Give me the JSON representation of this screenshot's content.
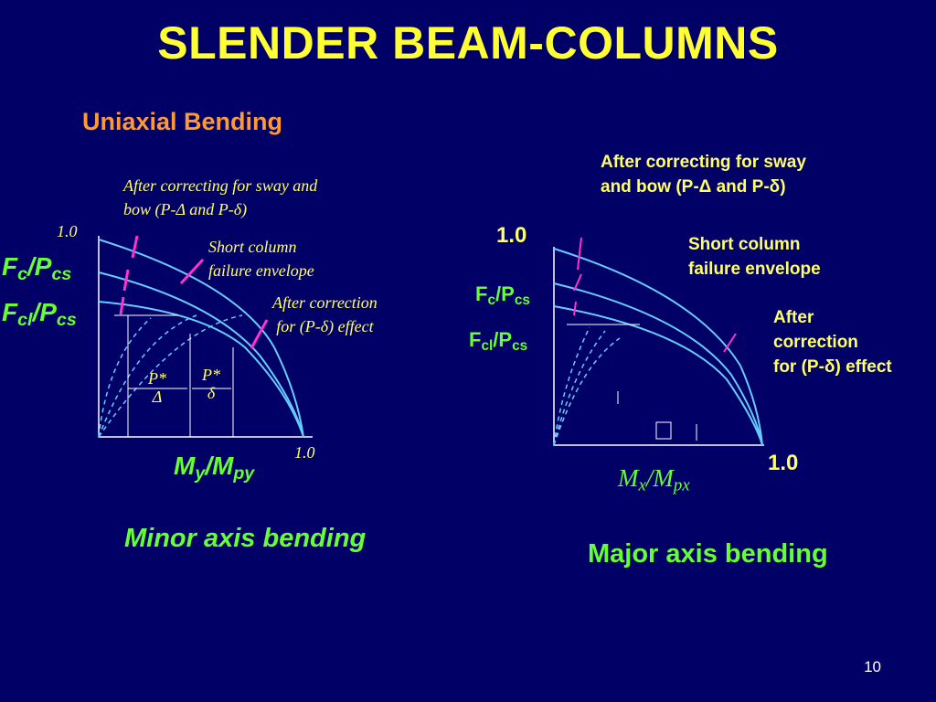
{
  "slide": {
    "title": "SLENDER BEAM-COLUMNS",
    "subtitle": "Uniaxial Bending",
    "page_number": "10"
  },
  "left_diagram": {
    "annotation_top_1": "After correcting for sway and",
    "annotation_top_2_a": "bow (P-",
    "annotation_top_2_delta": "Δ",
    "annotation_top_2_b": " and P-",
    "annotation_top_2_smalldelta": "δ",
    "annotation_top_2_c": ")",
    "tick_y": "1.0",
    "tick_x": "1.0",
    "short_column_1": "Short column",
    "short_column_2": "failure envelope",
    "after_correction_1": "After correction",
    "after_correction_2_a": "for (P-",
    "after_correction_2_delta": "δ",
    "after_correction_2_b": ") effect",
    "ylabel_1_F": "F",
    "ylabel_1_sub": "c",
    "ylabel_1_rest": "/P",
    "ylabel_1_sub2": "cs",
    "ylabel_2_F": "F",
    "ylabel_2_sub": "cl",
    "ylabel_2_rest": "/P",
    "ylabel_2_sub2": "cs",
    "pstar_delta_top": "P*",
    "pstar_delta_bottom": "Δ",
    "pstar_small_top": "P*",
    "pstar_small_bottom": "δ",
    "xlabel_M": "M",
    "xlabel_sub": "y",
    "xlabel_rest": "/M",
    "xlabel_sub2": "py",
    "caption": "Minor axis bending"
  },
  "right_diagram": {
    "annotation_top_1": "After correcting for sway",
    "annotation_top_2_a": "and bow (P-",
    "annotation_top_2_delta": "Δ",
    "annotation_top_2_b": " and P-",
    "annotation_top_2_smalldelta": "δ",
    "annotation_top_2_c": ")",
    "tick_y": "1.0",
    "tick_x": "1.0",
    "short_column_1": "Short column",
    "short_column_2": "failure envelope",
    "after_1": "After",
    "after_2": "correction",
    "after_3_a": "for (P-",
    "after_3_delta": "δ",
    "after_3_b": ") effect",
    "ylabel_1_F": "F",
    "ylabel_1_sub": "c",
    "ylabel_1_rest": "/P",
    "ylabel_1_sub2": "cs",
    "ylabel_2_F": "F",
    "ylabel_2_sub": "cl",
    "ylabel_2_rest": "/P",
    "ylabel_2_sub2": "cs",
    "xlabel_M": "M",
    "xlabel_sub": "x",
    "xlabel_rest": "/M",
    "xlabel_sub2": "px",
    "caption": "Major axis bending"
  },
  "colors": {
    "background": "#000066",
    "title": "#ffff33",
    "subtitle": "#ff9933",
    "curve": "#66ccff",
    "pointer": "#ff33cc",
    "label_green": "#66ff33",
    "annotation": "#ffff66"
  }
}
